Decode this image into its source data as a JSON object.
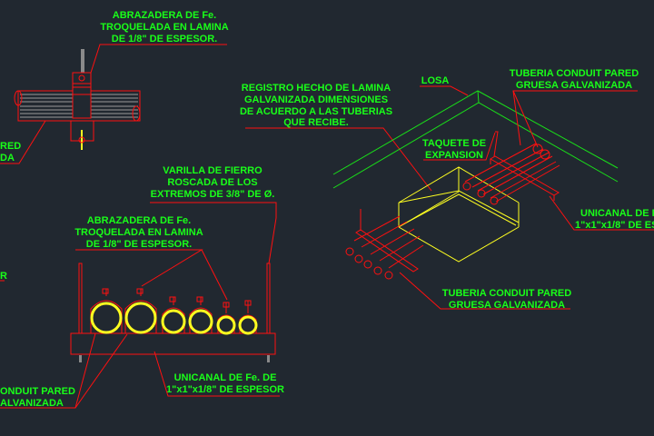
{
  "colors": {
    "background": "#212830",
    "text": "#19ff19",
    "leaders": "#ff1010",
    "conduit": "#ffff20",
    "slab": "#19e019"
  },
  "top_clamp_label": [
    "ABRAZADERA DE Fe.",
    "TROQUELADA EN LAMINA",
    "DE 1/8\" DE ESPESOR."
  ],
  "left_fragment_top": [
    "RED",
    "DA"
  ],
  "registro_label": [
    "REGISTRO HECHO DE LAMINA",
    "GALVANIZADA DIMENSIONES",
    "DE ACUERDO A LAS TUBERIAS",
    "QUE RECIBE."
  ],
  "varilla_label": [
    "VARILLA DE FIERRO",
    "ROSCADA DE LOS",
    "EXTREMOS DE 3/8\" DE Ø."
  ],
  "clamp_label_2": [
    "ABRAZADERA DE Fe.",
    "TROQUELADA EN LAMINA",
    "DE 1/8\" DE ESPESOR."
  ],
  "left_fragment_mid": "R",
  "conduit_left_label": [
    "ONDUIT PARED",
    "ALVANIZADA"
  ],
  "unicanal_label": [
    "UNICANAL DE Fe. DE",
    "1\"x1\"x1/8\" DE ESPESOR"
  ],
  "losa_label": "LOSA",
  "conduit_top_label": [
    "TUBERIA CONDUIT PARED",
    "GRUESA GALVANIZADA"
  ],
  "taquete_label": [
    "TAQUETE DE",
    "EXPANSION"
  ],
  "unicanal_right_label": [
    "UNICANAL DE F",
    "1\"x1\"x1/8\" DE ESP"
  ],
  "conduit_bottom_label": [
    "TUBERIA CONDUIT PARED",
    "GRUESA GALVANIZADA"
  ]
}
